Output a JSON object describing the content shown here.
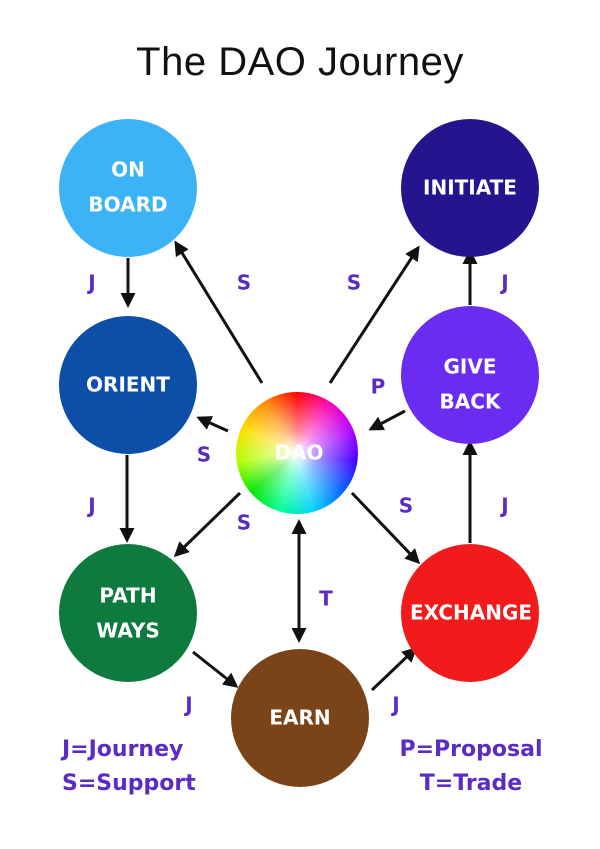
{
  "title": "The DAO Journey",
  "nodes": {
    "onboard": {
      "line1": "ON",
      "line2": "BOARD",
      "color": "#3cb3f5"
    },
    "initiate": {
      "line1": "INITIATE",
      "color": "#24158f"
    },
    "orient": {
      "line1": "ORIENT",
      "color": "#0d4fa6"
    },
    "giveback": {
      "line1": "GIVE",
      "line2": "BACK",
      "color": "#6a2cf0"
    },
    "dao": {
      "line1": "DAO"
    },
    "pathways": {
      "line1": "PATH",
      "line2": "WAYS",
      "color": "#0e7a3d"
    },
    "exchange": {
      "line1": "EXCHANGE",
      "color": "#f21b1b"
    },
    "earn": {
      "line1": "EARN",
      "color": "#7a4318"
    }
  },
  "edge_labels": {
    "j_onboard_orient": "J",
    "s_dao_onboard": "S",
    "s_dao_initiate": "S",
    "j_giveback_initiate": "J",
    "p_giveback_dao": "P",
    "s_dao_orient": "S",
    "j_orient_pathways": "J",
    "s_dao_pathways": "S",
    "s_dao_exchange": "S",
    "j_exchange_giveback": "J",
    "t_dao_earn": "T",
    "j_pathways_earn": "J",
    "j_earn_exchange": "J"
  },
  "legend": {
    "left": [
      "J=Journey",
      "S=Support"
    ],
    "right": [
      "P=Proposal",
      "T=Trade"
    ]
  },
  "label_color": "#5b2bc2"
}
